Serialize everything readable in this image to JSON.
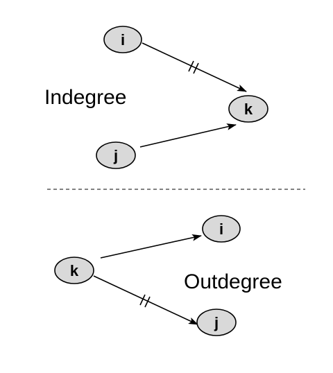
{
  "indegree": {
    "caption": "Indegree",
    "nodes": {
      "i": "i",
      "j": "j",
      "k": "k"
    }
  },
  "outdegree": {
    "caption": "Outdegree",
    "nodes": {
      "k": "k",
      "i": "i",
      "j": "j"
    }
  },
  "colors": {
    "node_fill": "#d9d9d9",
    "stroke": "#000000",
    "background": "#ffffff"
  }
}
